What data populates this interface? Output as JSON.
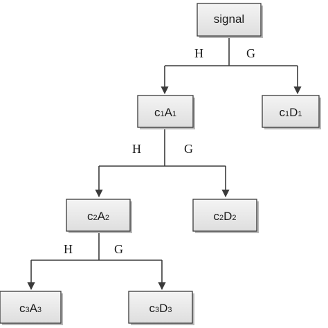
{
  "diagram": {
    "nodes": {
      "signal": {
        "label": "signal"
      },
      "c1A1": {
        "c": "c",
        "sub1": "1",
        "letter": "A",
        "sub2": "1"
      },
      "c1D1": {
        "c": "c",
        "sub1": "1",
        "letter": "D",
        "sub2": "1"
      },
      "c2A2": {
        "c": "c",
        "sub1": "2",
        "letter": "A",
        "sub2": "2"
      },
      "c2D2": {
        "c": "c",
        "sub1": "2",
        "letter": "D",
        "sub2": "2"
      },
      "c3A3": {
        "c": "c",
        "sub1": "3",
        "letter": "A",
        "sub2": "3"
      },
      "c3D3": {
        "c": "c",
        "sub1": "3",
        "letter": "D",
        "sub2": "3"
      }
    },
    "edge_labels": {
      "level1": {
        "left": "H",
        "right": "G"
      },
      "level2": {
        "left": "H",
        "right": "G"
      },
      "level3": {
        "left": "H",
        "right": "G"
      }
    }
  }
}
